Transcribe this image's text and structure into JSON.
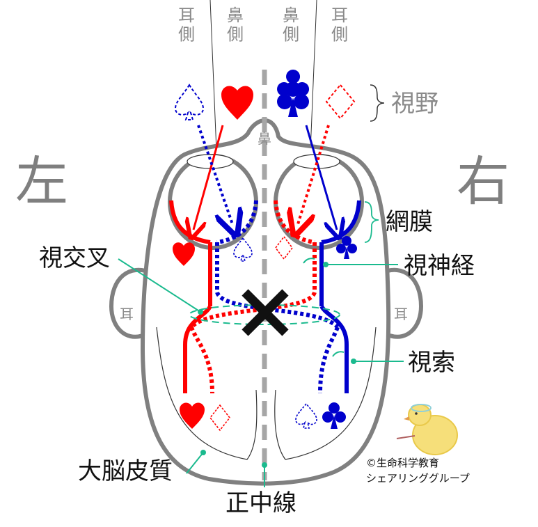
{
  "labels": {
    "left": "左",
    "right": "右",
    "top_ear_left": "耳側",
    "top_nose_left": "鼻側",
    "top_nose_right": "鼻側",
    "top_ear_right": "耳側",
    "visual_field": "視野",
    "nose": "鼻",
    "retina": "網膜",
    "optic_chiasm": "視交叉",
    "optic_nerve": "視神経",
    "optic_tract": "視索",
    "cerebral_cortex": "大脳皮質",
    "midline": "正中線",
    "ear_left": "耳",
    "ear_right": "耳",
    "credit_line1": "©生命科学教育",
    "credit_line2": "シェアリンググループ"
  },
  "colors": {
    "red": "#ff0000",
    "blue": "#0000cc",
    "gray": "#7f7f7f",
    "teal": "#1aba8e",
    "black": "#111111"
  }
}
